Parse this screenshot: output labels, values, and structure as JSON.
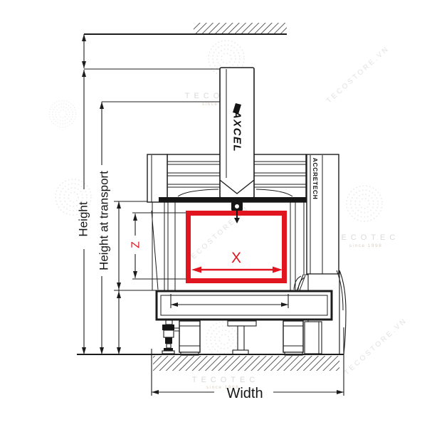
{
  "page": {
    "background": "#ffffff",
    "content": "CMM machine dimensional outline drawing"
  },
  "dimension_labels": {
    "height": "Height",
    "height_at_transport": "Height at transport",
    "width": "Width"
  },
  "measuring_range": {
    "x_axis": "X",
    "z_axis": "Z"
  },
  "machine_branding": {
    "ram_logo": "AXCEL",
    "column_logo": "ACCRETECH"
  },
  "watermark": {
    "brand": "TECOTEC",
    "tagline": "since 1998",
    "website": "TECOSTORE.VN"
  },
  "colors": {
    "line": "#1c1c1c",
    "measuring_range_red": "#e0151f",
    "watermark_gray": "#dadada"
  }
}
